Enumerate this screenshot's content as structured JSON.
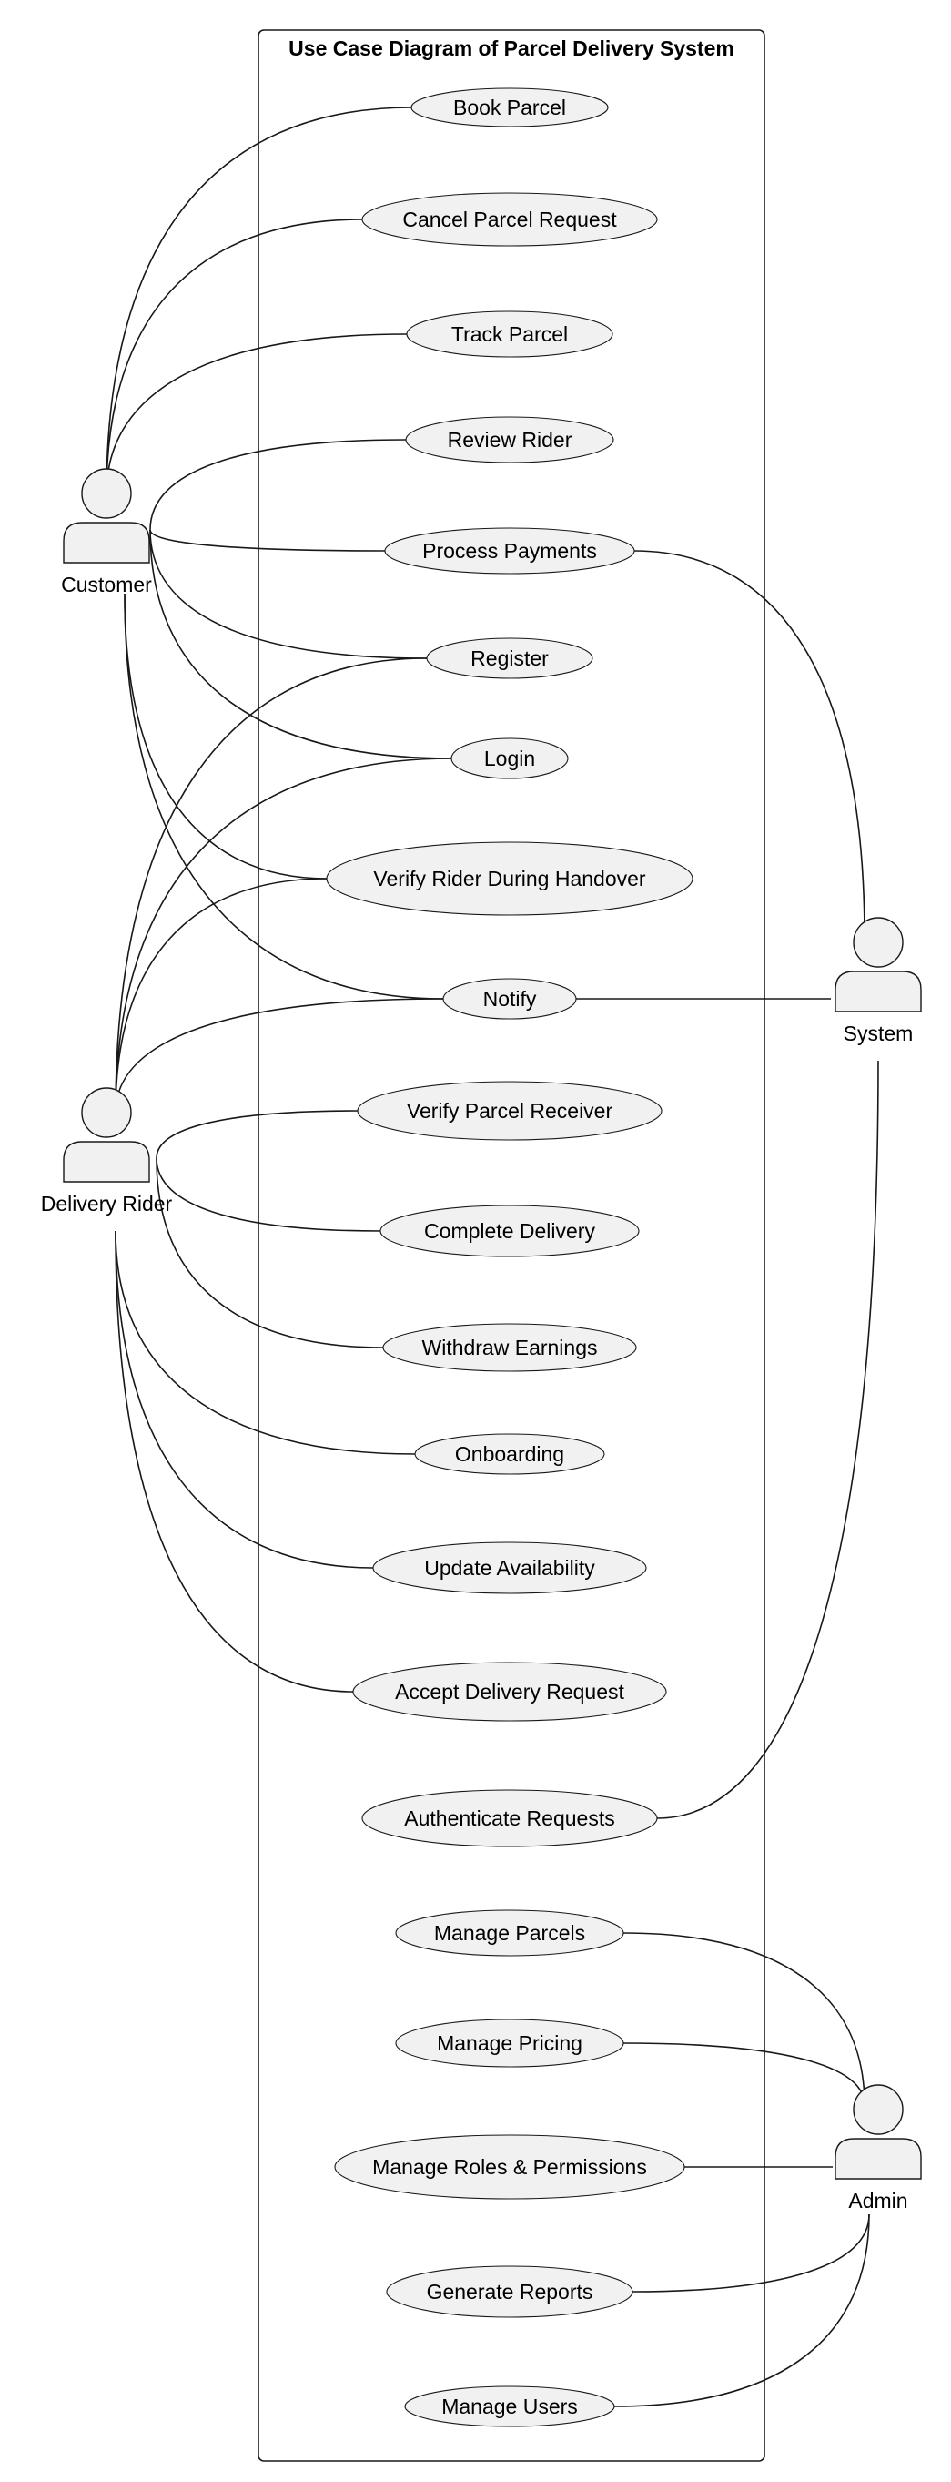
{
  "diagram": {
    "title": "Use Case Diagram of Parcel Delivery System",
    "actors": [
      {
        "id": "customer",
        "label": "Customer"
      },
      {
        "id": "rider",
        "label": "Delivery Rider"
      },
      {
        "id": "system",
        "label": "System"
      },
      {
        "id": "admin",
        "label": "Admin"
      }
    ],
    "use_cases": [
      {
        "id": "book",
        "label": "Book Parcel"
      },
      {
        "id": "cancel",
        "label": "Cancel Parcel Request"
      },
      {
        "id": "track",
        "label": "Track Parcel"
      },
      {
        "id": "review",
        "label": "Review Rider"
      },
      {
        "id": "payments",
        "label": "Process Payments"
      },
      {
        "id": "register",
        "label": "Register"
      },
      {
        "id": "login",
        "label": "Login"
      },
      {
        "id": "verify_handover",
        "label": "Verify Rider During Handover"
      },
      {
        "id": "notify",
        "label": "Notify"
      },
      {
        "id": "verify_receiver",
        "label": "Verify Parcel Receiver"
      },
      {
        "id": "complete",
        "label": "Complete Delivery"
      },
      {
        "id": "withdraw",
        "label": "Withdraw Earnings"
      },
      {
        "id": "onboarding",
        "label": "Onboarding"
      },
      {
        "id": "availability",
        "label": "Update Availability"
      },
      {
        "id": "accept",
        "label": "Accept Delivery Request"
      },
      {
        "id": "authenticate",
        "label": "Authenticate Requests"
      },
      {
        "id": "manage_parcels",
        "label": "Manage Parcels"
      },
      {
        "id": "manage_pricing",
        "label": "Manage Pricing"
      },
      {
        "id": "manage_roles",
        "label": "Manage Roles & Permissions"
      },
      {
        "id": "reports",
        "label": "Generate Reports"
      },
      {
        "id": "manage_users",
        "label": "Manage Users"
      }
    ],
    "associations": [
      [
        "customer",
        "book"
      ],
      [
        "customer",
        "cancel"
      ],
      [
        "customer",
        "track"
      ],
      [
        "customer",
        "review"
      ],
      [
        "customer",
        "payments"
      ],
      [
        "customer",
        "register"
      ],
      [
        "customer",
        "login"
      ],
      [
        "customer",
        "verify_handover"
      ],
      [
        "customer",
        "notify"
      ],
      [
        "rider",
        "register"
      ],
      [
        "rider",
        "login"
      ],
      [
        "rider",
        "verify_handover"
      ],
      [
        "rider",
        "notify"
      ],
      [
        "rider",
        "verify_receiver"
      ],
      [
        "rider",
        "complete"
      ],
      [
        "rider",
        "withdraw"
      ],
      [
        "rider",
        "onboarding"
      ],
      [
        "rider",
        "availability"
      ],
      [
        "rider",
        "accept"
      ],
      [
        "system",
        "payments"
      ],
      [
        "system",
        "notify"
      ],
      [
        "system",
        "authenticate"
      ],
      [
        "admin",
        "manage_parcels"
      ],
      [
        "admin",
        "manage_pricing"
      ],
      [
        "admin",
        "manage_roles"
      ],
      [
        "admin",
        "reports"
      ],
      [
        "admin",
        "manage_users"
      ]
    ]
  }
}
